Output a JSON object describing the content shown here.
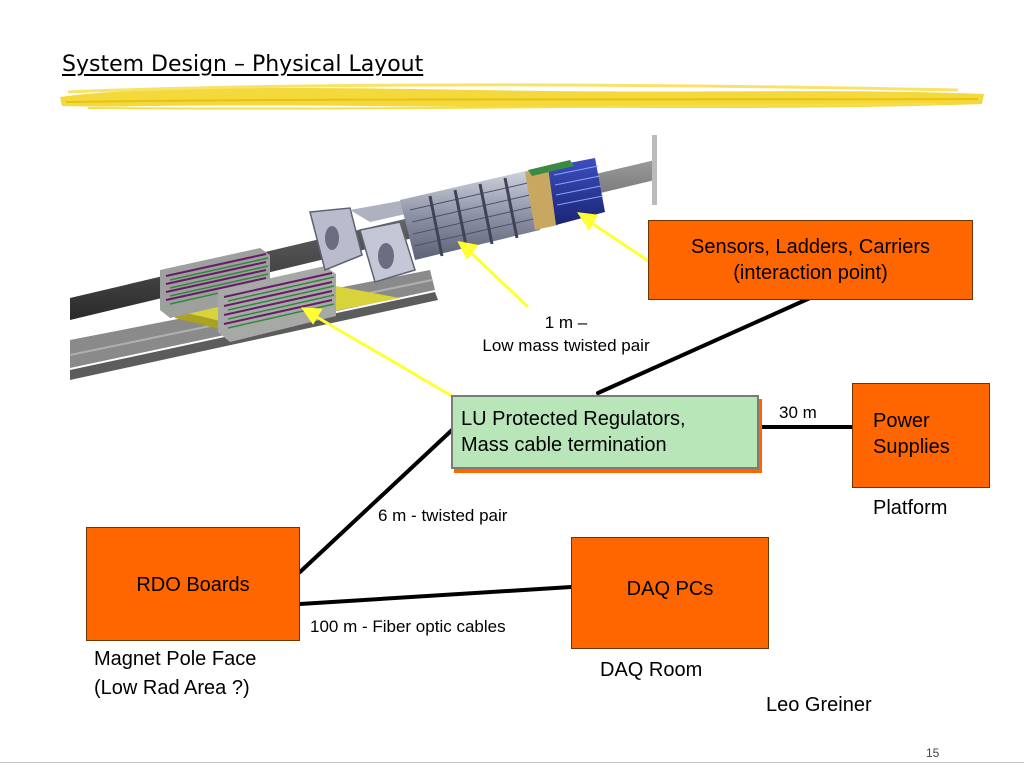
{
  "slide": {
    "title": "System Design – Physical Layout",
    "page_number": "15",
    "author": "Leo Greiner"
  },
  "colors": {
    "box_fill": "#ff6600",
    "lu_box_fill": "#b9e6b9",
    "arrow": "#ffff33",
    "connector": "#000000",
    "title_brush": "#f2d21a"
  },
  "illustration": {
    "icon": "detector-assembly-icon"
  },
  "boxes": {
    "sensors": "Sensors, Ladders, Carriers\n(interaction point)",
    "lu_regulators": "LU Protected Regulators,\nMass cable termination",
    "power_supplies": "Power\nSupplies",
    "rdo_boards": "RDO Boards",
    "daq_pcs": "DAQ PCs"
  },
  "links": {
    "low_mass": "1 m –\nLow mass twisted pair",
    "power": "30 m",
    "twisted_pair": "6 m - twisted pair",
    "fiber": "100 m - Fiber optic cables"
  },
  "locations": {
    "platform": "Platform",
    "magnet_pole_face": "Magnet Pole Face\n(Low Rad Area ?)",
    "daq_room": "DAQ Room"
  }
}
